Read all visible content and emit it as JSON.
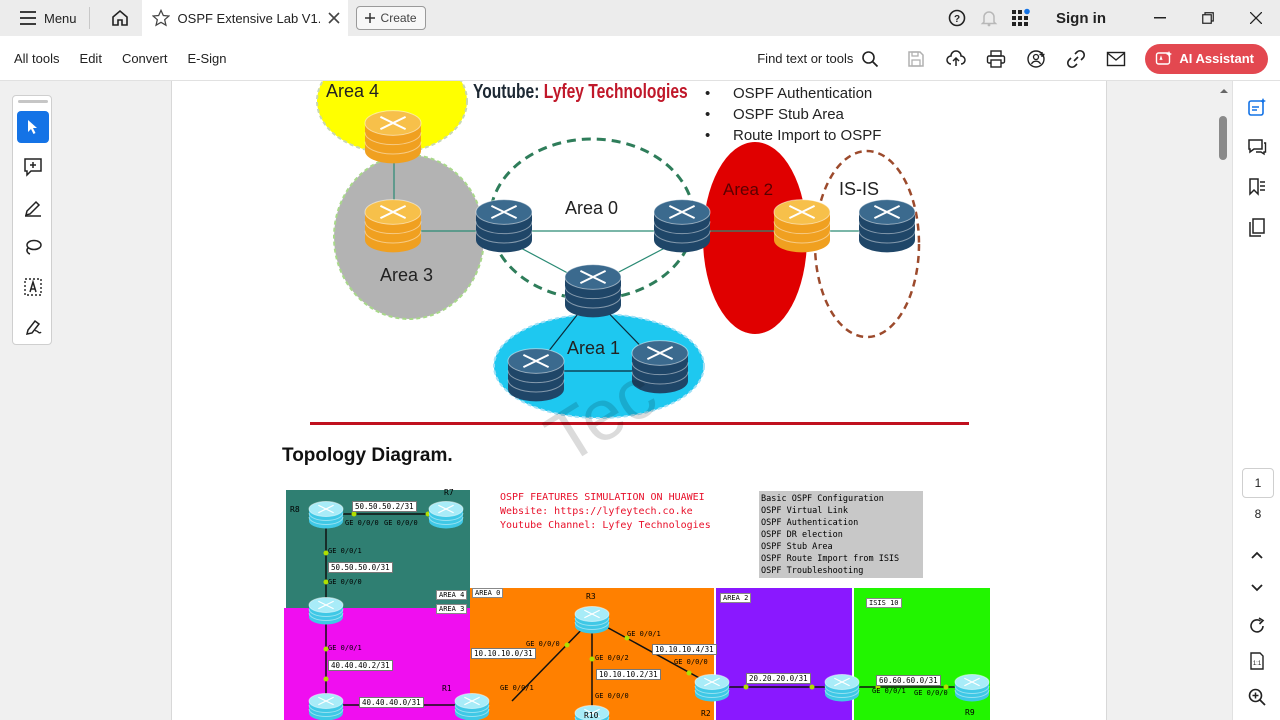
{
  "titlebar": {
    "menu_label": "Menu",
    "tab_title": "OSPF Extensive Lab V1...",
    "create_label": "Create",
    "signin_label": "Sign in"
  },
  "toolbar": {
    "items": [
      "All tools",
      "Edit",
      "Convert",
      "E-Sign"
    ],
    "find_label": "Find text or tools",
    "ai_label": "AI Assistant"
  },
  "document": {
    "youtube_prefix": "Youtube:",
    "youtube_name": "Lyfey Technologies",
    "bullets": [
      "OSPF Authentication",
      "OSPF Stub Area",
      "Route Import to OSPF"
    ],
    "areas": {
      "area4": "Area 4",
      "area3": "Area 3",
      "area0": "Area 0",
      "area1": "Area 1",
      "area2": "Area 2",
      "isis": "IS-IS"
    },
    "topology_heading": "Topology Diagram.",
    "watermark": "Tec",
    "sim_title": "OSPF FEATURES SIMULATION ON HUAWEI",
    "sim_website": "Website: https://lyfeytech.co.ke",
    "sim_channel": "Youtube Channel: Lyfey Technologies",
    "features": [
      "Basic OSPF Configuration",
      "OSPF Virtual Link",
      "OSPF Authentication",
      "OSPF DR election",
      "OSPF Stub Area",
      "OSPF Route Import from ISIS",
      "OSPF Troubleshooting"
    ],
    "topo_area_tags": {
      "a4": "AREA 4",
      "a3": "AREA 3",
      "a0": "AREA 0",
      "a2": "AREA 2",
      "isis": "ISIS 10"
    },
    "router_labels": {
      "r8": "R8",
      "r7": "R7",
      "r3": "R3",
      "r2": "R2",
      "r10": "R10",
      "r9": "R9",
      "r1": "R1"
    },
    "links": {
      "l1": "50.50.50.2/31",
      "l2": "50.50.50.0/31",
      "l3": "40.40.40.2/31",
      "l4": "40.40.40.0/31",
      "l5": "10.10.10.0/31",
      "l6": "10.10.10.4/31",
      "l7": "10.10.10.2/31",
      "l8": "20.20.20.0/31",
      "l9": "60.60.60.0/31"
    },
    "ports": {
      "p1": "GE 0/0/0",
      "p2": "GE 0/0/0",
      "p3": "GE 0/0/1",
      "p4": "GE 0/0/0",
      "p5": "GE 0/0/1",
      "p6": "GE 0/0/0",
      "p7": "GE 0/0/0",
      "p8": "GE 0/0/1",
      "p9": "GE 0/0/2",
      "p10": "GE 0/0/0",
      "p11": "GE 0/0/0",
      "p12": "GE 0/0/1",
      "p13": "GE 0/0/0"
    }
  },
  "pager": {
    "current": "1",
    "total": "8"
  },
  "colors": {
    "accent": "#e34850",
    "select": "#1473e6"
  }
}
